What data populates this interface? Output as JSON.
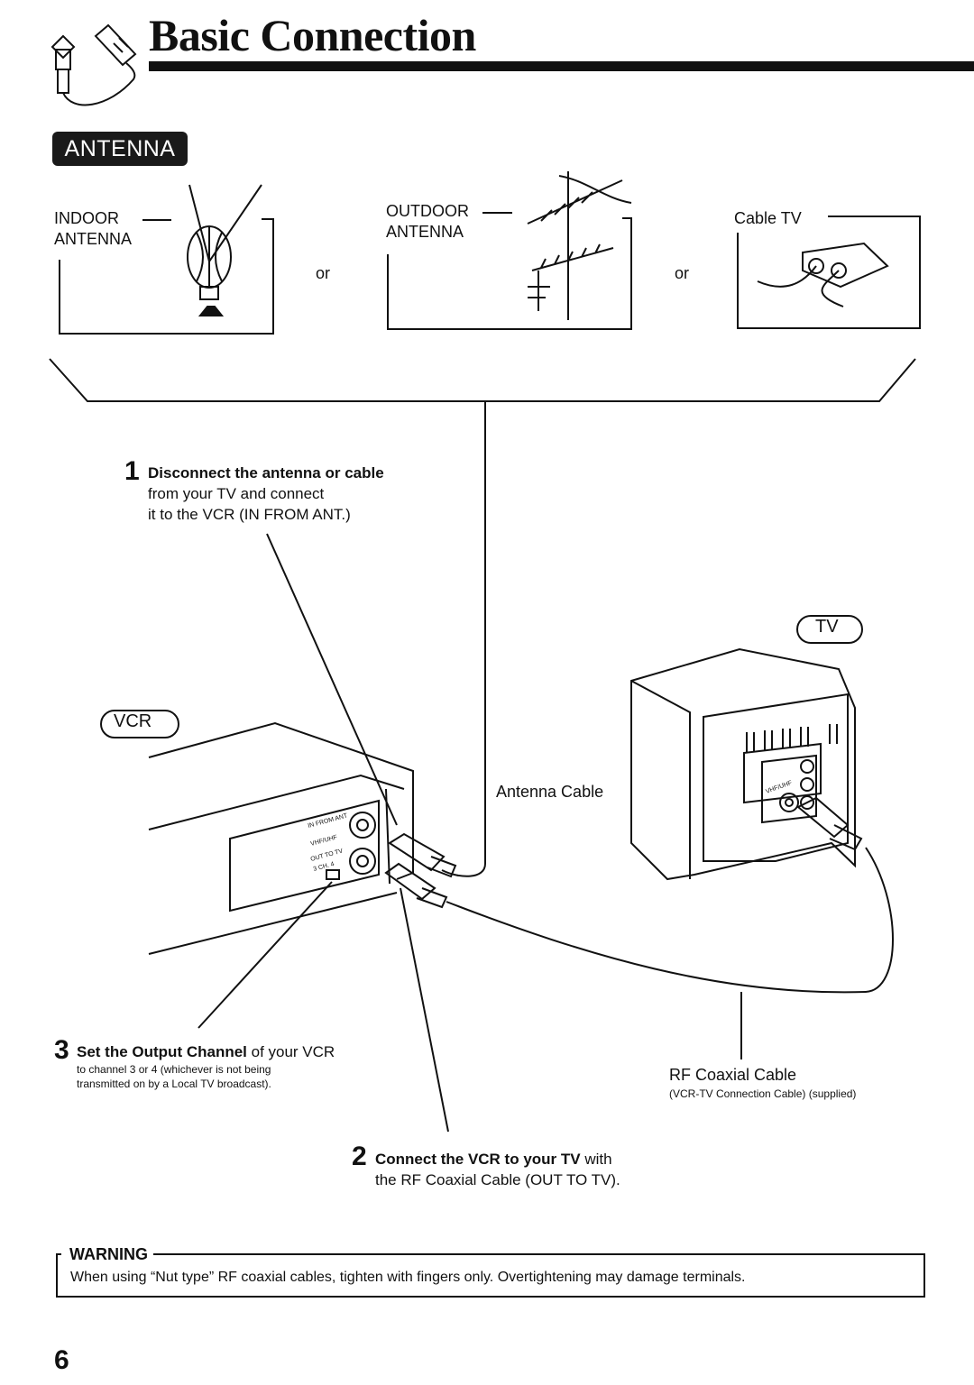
{
  "header": {
    "title": "Basic Connection"
  },
  "section_badge": "ANTENNA",
  "sources": {
    "indoor_line1": "INDOOR",
    "indoor_line2": "ANTENNA",
    "outdoor_line1": "OUTDOOR",
    "outdoor_line2": "ANTENNA",
    "cable": "Cable TV",
    "or": "or"
  },
  "devices": {
    "vcr": "VCR",
    "tv": "TV"
  },
  "vcr_panel": {
    "in_from_ant": "IN FROM ANT",
    "vhf_uhf": "VHF/UHF",
    "out_to_tv": "OUT TO TV",
    "ch": "3 CH. 4"
  },
  "tv_panel": {
    "vhf_uhf": "VHF/UHF"
  },
  "steps": {
    "s1": {
      "num": "1",
      "bold": "Disconnect the antenna or cable",
      "rest_line1": " from your TV and connect",
      "rest_line2": "it to the VCR (IN FROM ANT.)"
    },
    "s2": {
      "num": "2",
      "bold": "Connect the VCR to your TV",
      "rest_line1": " with",
      "rest_line2": "the RF Coaxial Cable (OUT TO TV)."
    },
    "s3": {
      "num": "3",
      "bold": "Set the Output Channel",
      "rest": " of your VCR",
      "note_line1": "to channel 3 or 4 (whichever is not being",
      "note_line2": "transmitted on by a Local TV broadcast)."
    }
  },
  "cables": {
    "antenna_cable": "Antenna Cable",
    "rf_coaxial": "RF Coaxial Cable",
    "rf_coaxial_note": "(VCR-TV Connection Cable) (supplied)"
  },
  "warning": {
    "label": "WARNING",
    "text": "When using “Nut type” RF coaxial cables, tighten with fingers only. Overtightening may damage terminals."
  },
  "page_number": "6"
}
